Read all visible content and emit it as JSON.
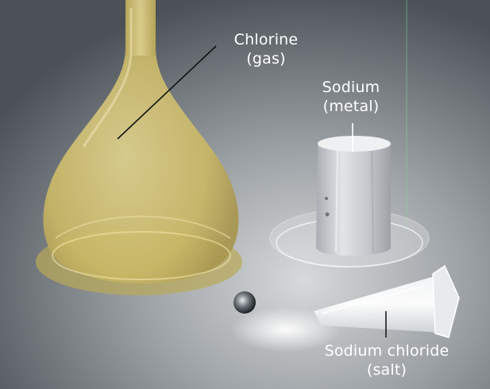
{
  "labels": {
    "chlorine": {
      "name": "Chlorine",
      "state": "(gas)"
    },
    "sodium": {
      "name": "Sodium",
      "state": "(metal)"
    },
    "salt": {
      "name": "Sodium chloride",
      "state": "(salt)"
    }
  },
  "colors": {
    "background_dark": "#4b5157",
    "background_light": "#c9ccce",
    "chlorine_gas": "#d2c27a",
    "sodium_metal": "#c9cbcf",
    "label_text": "#ffffff"
  }
}
